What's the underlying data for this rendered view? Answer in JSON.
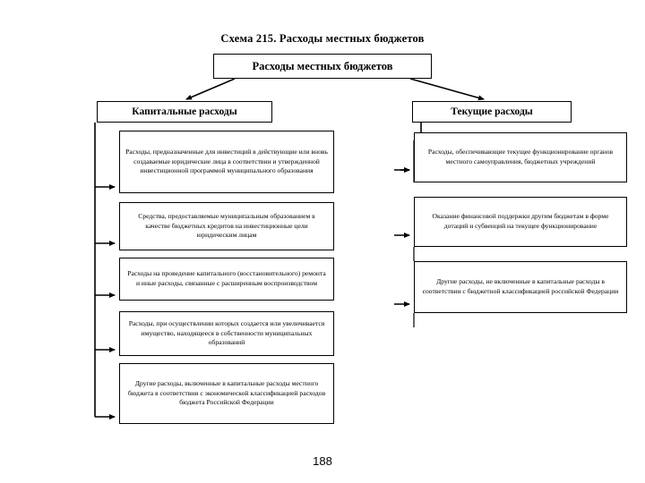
{
  "page": {
    "title": "Схема 215. Расходы местных бюджетов",
    "page_number": "188",
    "line_color": "#000000",
    "box_border_color": "#000000",
    "background_color": "#ffffff"
  },
  "diagram": {
    "type": "tree",
    "root": {
      "label": "Расходы местных бюджетов"
    },
    "categories": [
      {
        "id": "capital",
        "label": "Капитальные расходы",
        "side": "left",
        "items": [
          {
            "label": "Расходы, предназначенные для инвестиций в действующие или вновь создаваемые юридические лица в соответствии и утвержденной инвестиционной программой муниципального образования"
          },
          {
            "label": "Средства, предоставляемые муниципальным образованием в качестве бюджетных кредитов на инвестиционные цели юридическим лицам"
          },
          {
            "label": "Расходы на проведение капитального (восстановительного) ремонта и иные расходы, связанные с расширенным воспроизводством"
          },
          {
            "label": "Расходы, при осуществлении которых создается или увеличивается имущество, находящееся в собственности муниципальных образований"
          },
          {
            "label": "Другие расходы, включенные в капитальные расходы местного бюджета в соответствии с экономической классификацией расходов бюджета Российской Федерации"
          }
        ]
      },
      {
        "id": "current",
        "label": "Текущие расходы",
        "side": "right",
        "items": [
          {
            "label": "Расходы, обеспечивающие текущее функционирование органов местного самоуправления, бюджетных учреждений"
          },
          {
            "label": "Оказание финансовой поддержки другим бюджетам в форме дотаций и субвенций на текущее функционирование"
          },
          {
            "label": "Другие расходы, не включенные в капитальные расходы в соответствии с бюджетной классификацией российской Федерации"
          }
        ]
      }
    ]
  }
}
